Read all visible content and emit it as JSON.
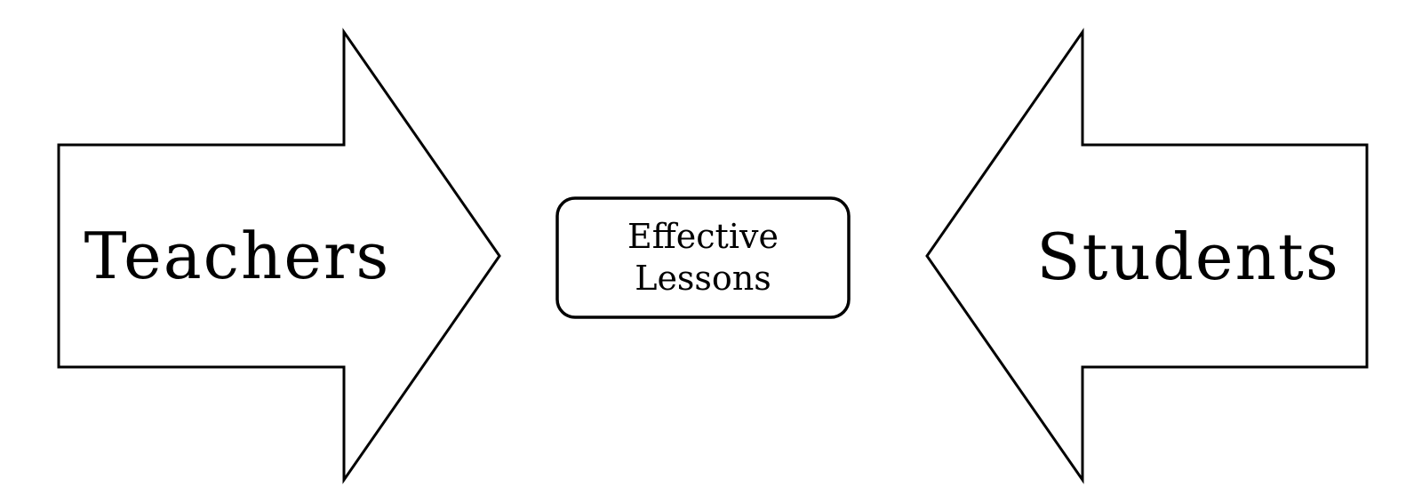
{
  "diagram": {
    "title": "Effective Lessons flow diagram",
    "background_color": "#ffffff",
    "stroke_color": "#000000",
    "text_color": "#000000",
    "fill_color": "#ffffff",
    "left_arrow": {
      "label": "Teachers",
      "points_direction": "right"
    },
    "center_box": {
      "line1": "Effective",
      "line2": "Lessons"
    },
    "right_arrow": {
      "label": "Students",
      "points_direction": "left"
    }
  }
}
